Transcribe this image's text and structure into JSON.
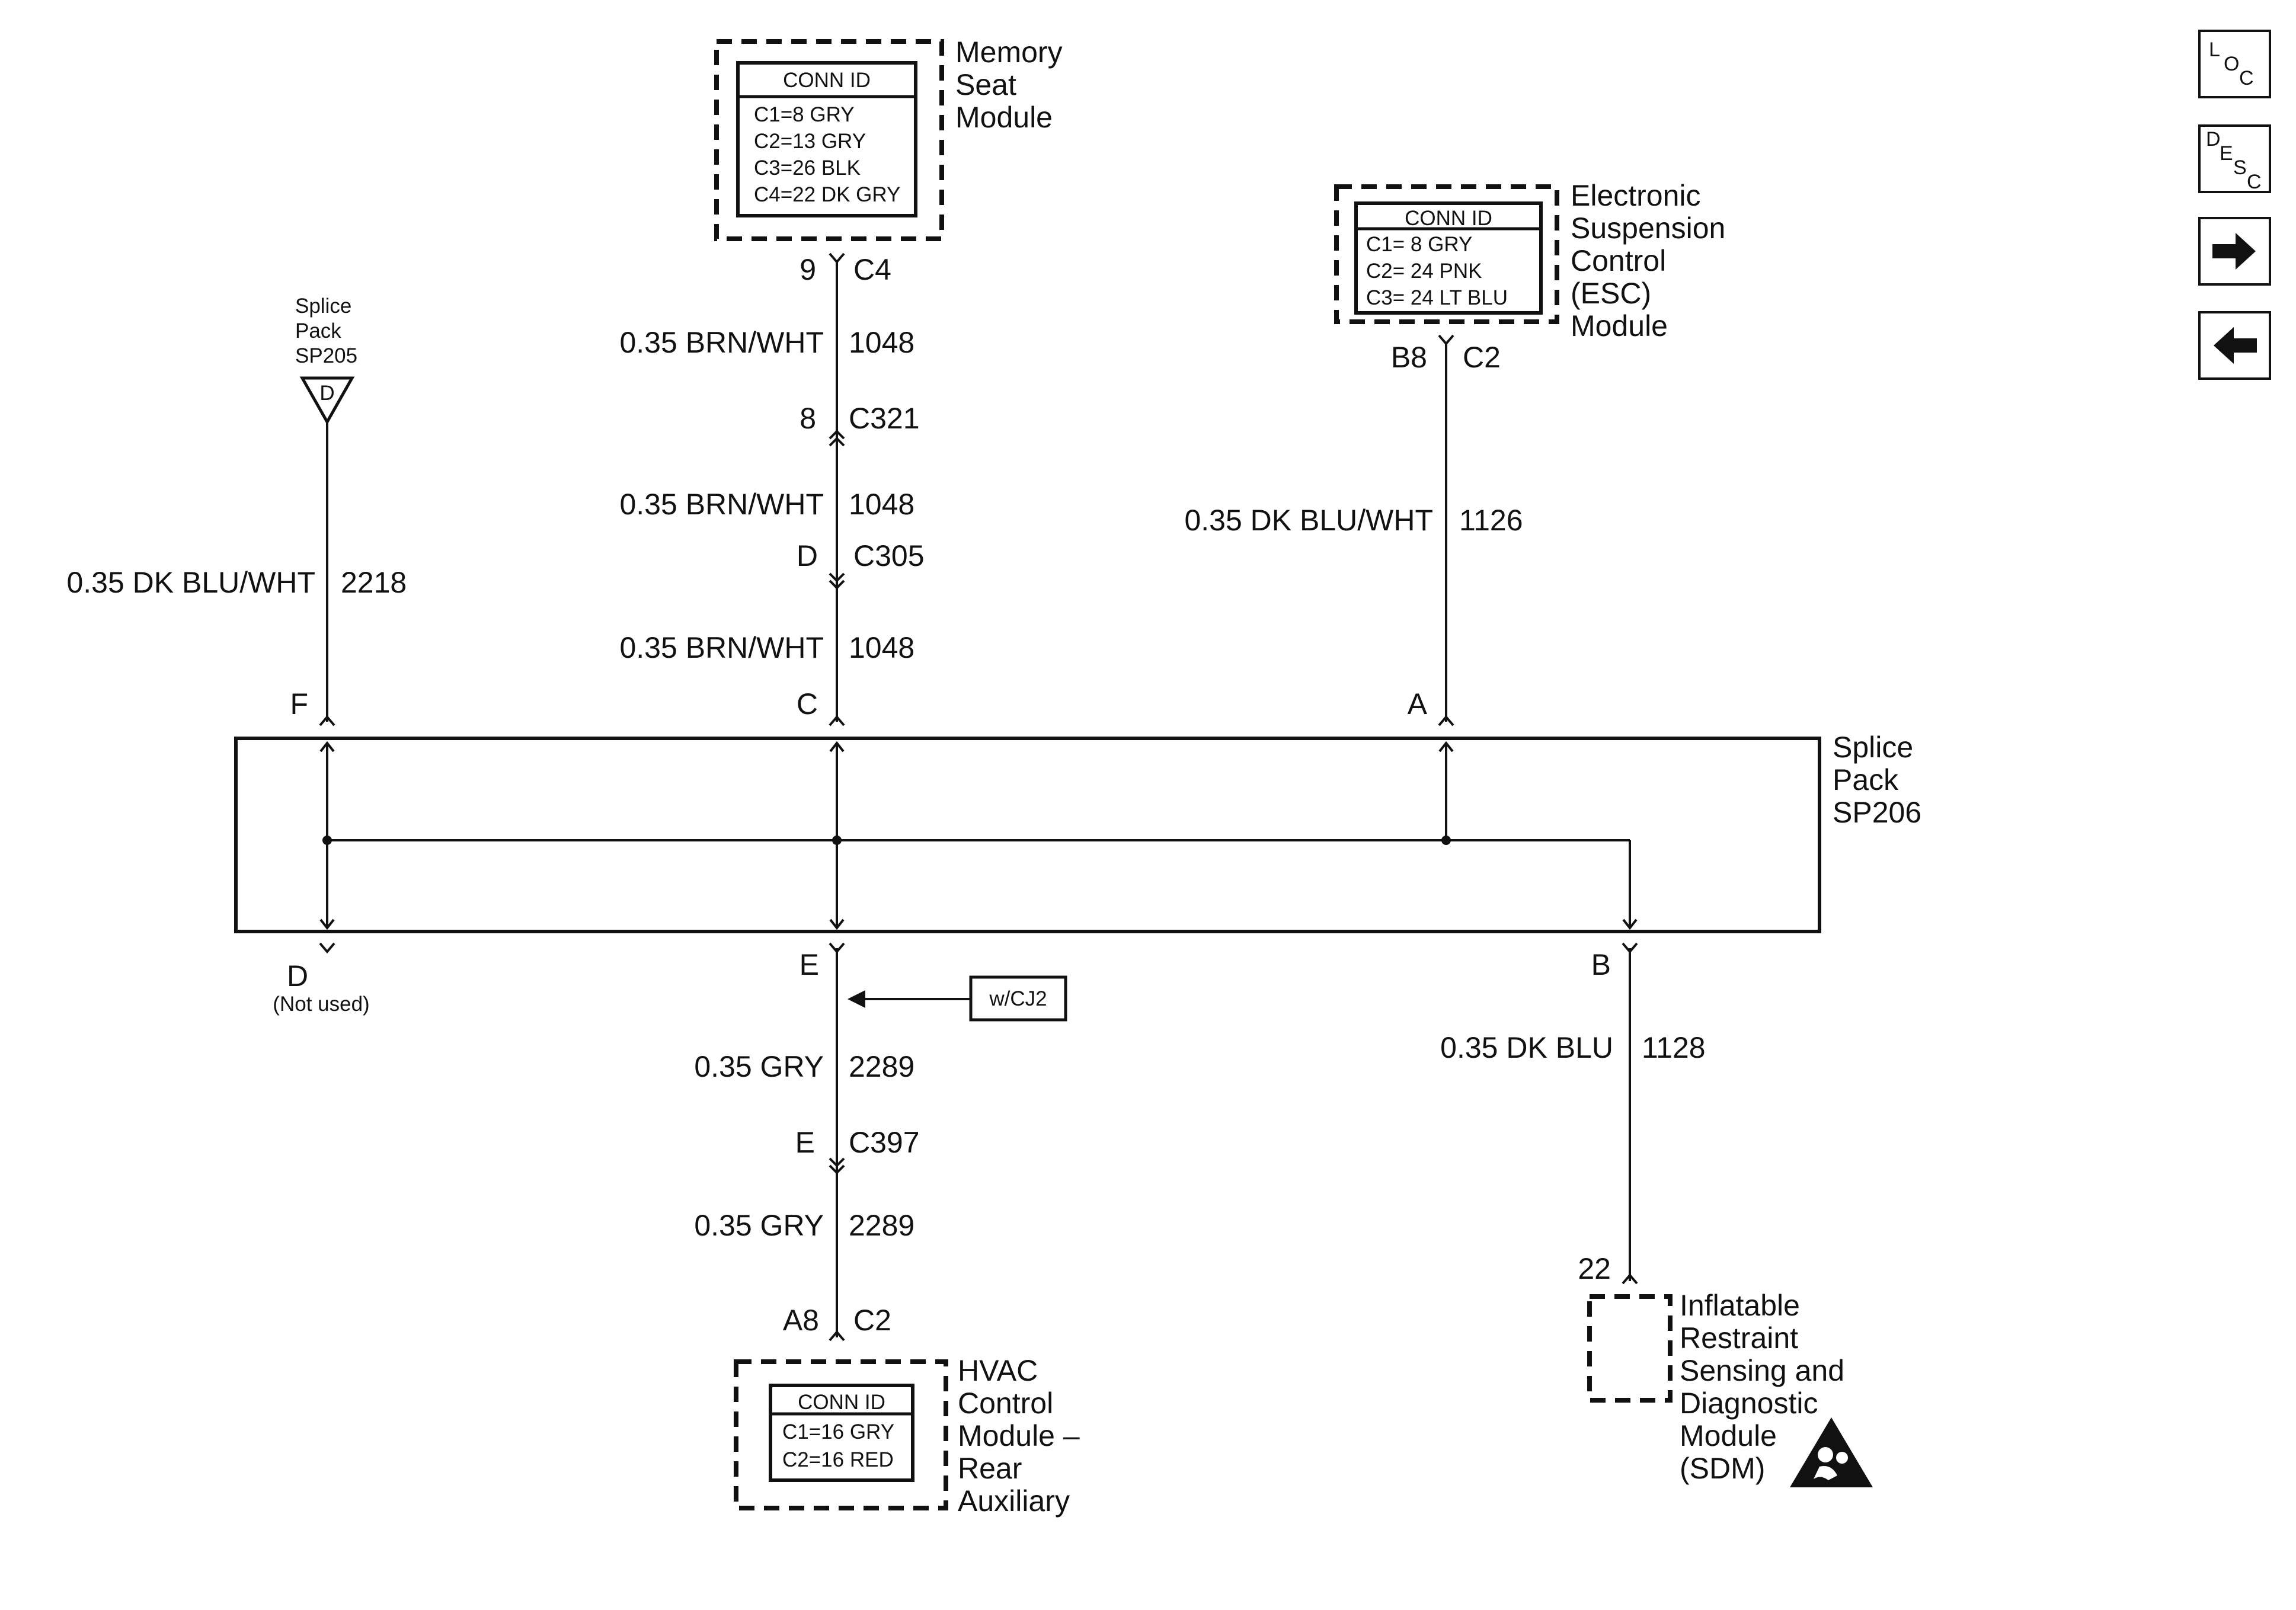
{
  "nav": {
    "loc_letters": [
      "L",
      "O",
      "C"
    ],
    "desc_letters": [
      "D",
      "E",
      "S",
      "C"
    ],
    "forward_icon": "right-arrow-icon",
    "back_icon": "left-arrow-icon"
  },
  "memory_seat": {
    "name_lines": [
      "Memory",
      "Seat",
      "Module"
    ],
    "conn_title": "CONN ID",
    "conn_lines": [
      "C1=8 GRY",
      "C2=13 GRY",
      "C3=26 BLK",
      "C4=22 DK GRY"
    ],
    "pin": "9",
    "conn": "C4",
    "wire_color": "0.35 BRN/WHT",
    "circuit": "1048",
    "c321_pin": "8",
    "c321": "C321",
    "c305_pin": "D",
    "c305": "C305",
    "sp206_pin": "C"
  },
  "esc": {
    "name_lines": [
      "Electronic",
      "Suspension",
      "Control",
      "(ESC)",
      "Module"
    ],
    "conn_title": "CONN ID",
    "conn_lines": [
      "C1= 8 GRY",
      "C2= 24 PNK",
      "C3= 24 LT BLU"
    ],
    "pin": "B8",
    "conn": "C2",
    "wire_color": "0.35 DK BLU/WHT",
    "circuit": "1126",
    "sp206_pin": "A"
  },
  "sp205": {
    "name_lines": [
      "Splice",
      "Pack",
      "SP205"
    ],
    "symbol_letter": "D",
    "wire_color": "0.35 DK BLU/WHT",
    "circuit": "2218",
    "sp206_pin": "F"
  },
  "sp206": {
    "name_lines": [
      "Splice",
      "Pack",
      "SP206"
    ],
    "pin_d": "D",
    "pin_d_note": "(Not used)",
    "pin_e": "E",
    "pin_b": "B"
  },
  "hvac": {
    "option_tag": "w/CJ2",
    "wire_color": "0.35 GRY",
    "circuit": "2289",
    "c397_pin": "E",
    "c397": "C397",
    "pin": "A8",
    "conn": "C2",
    "name_lines": [
      "HVAC",
      "Control",
      "Module –",
      "Rear",
      "Auxiliary"
    ],
    "conn_title": "CONN ID",
    "conn_lines": [
      "C1=16 GRY",
      "C2=16 RED"
    ]
  },
  "sdm": {
    "wire_color": "0.35 DK BLU",
    "circuit": "1128",
    "pin": "22",
    "name_lines": [
      "Inflatable",
      "Restraint",
      "Sensing and",
      "Diagnostic",
      "Module",
      "(SDM)"
    ],
    "icon": "airbag-warning-icon"
  }
}
